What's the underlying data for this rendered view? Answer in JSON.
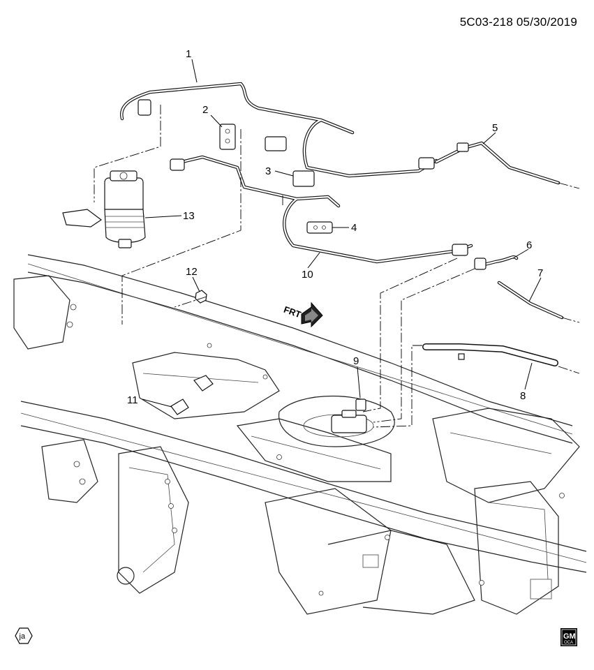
{
  "header": {
    "code": "5C03-218",
    "date": "05/30/2019"
  },
  "callouts": [
    {
      "id": "1",
      "label": "1"
    },
    {
      "id": "2",
      "label": "2"
    },
    {
      "id": "3",
      "label": "3"
    },
    {
      "id": "4",
      "label": "4"
    },
    {
      "id": "5",
      "label": "5"
    },
    {
      "id": "6",
      "label": "6"
    },
    {
      "id": "7",
      "label": "7"
    },
    {
      "id": "8",
      "label": "8"
    },
    {
      "id": "9",
      "label": "9"
    },
    {
      "id": "10",
      "label": "10"
    },
    {
      "id": "11",
      "label": "11"
    },
    {
      "id": "12",
      "label": "12"
    },
    {
      "id": "13",
      "label": "13"
    }
  ],
  "direction_arrow": {
    "label": "FRT"
  },
  "footer": {
    "badge": "ja",
    "logo": "GM",
    "logo_sub": "OCA"
  }
}
